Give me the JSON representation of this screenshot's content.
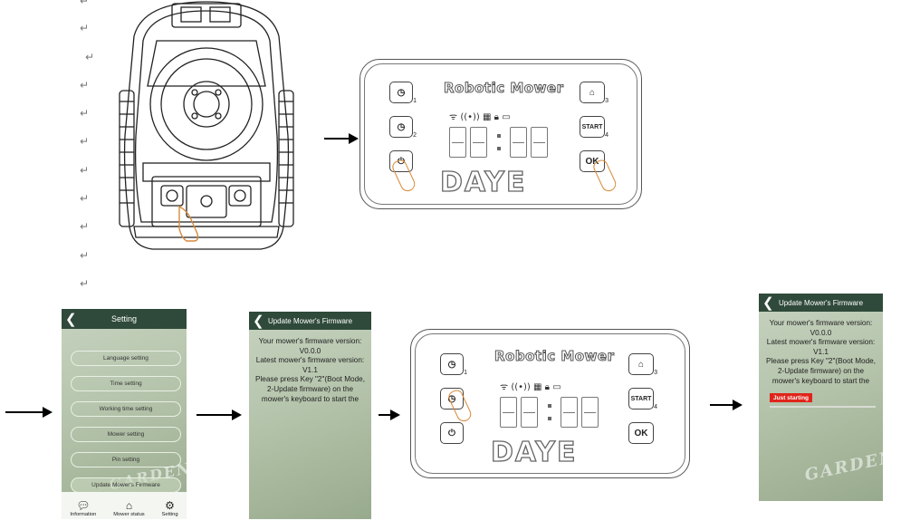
{
  "panels": {
    "title": "Robotic Mower",
    "brand": "DAYE",
    "ok_label": "OK",
    "start_label": "START",
    "key_numbers": [
      "1",
      "2",
      "3",
      "4"
    ]
  },
  "settings_screen": {
    "title": "Setting",
    "menu": [
      "Language setting",
      "Time setting",
      "Working time setting",
      "Mower setting",
      "Pin setting",
      "Update Mower's Firmware"
    ],
    "nav": [
      "Information",
      "Mower status",
      "Setting"
    ],
    "watermark": "GARDEN"
  },
  "firmware_screen_1": {
    "title": "Update Mower's Firmware",
    "lines": [
      "Your mower's firmware version:",
      "V0.0.0",
      "Latest mower's firmware version:",
      "V1.1",
      "Please press Key \"2\"(Boot Mode,",
      "2-Update firmware) on the",
      "mower's keyboard to start the"
    ]
  },
  "firmware_screen_2": {
    "title": "Update Mower's Firmware",
    "lines": [
      "Your mower's firmware version:",
      "V0.0.0",
      "Latest mower's firmware version:",
      "V1.1",
      "Please press Key \"2\"(Boot Mode,",
      "2-Update firmware) on the",
      "mower's keyboard to start the"
    ],
    "status": "Just starting",
    "watermark": "GARDEN"
  }
}
